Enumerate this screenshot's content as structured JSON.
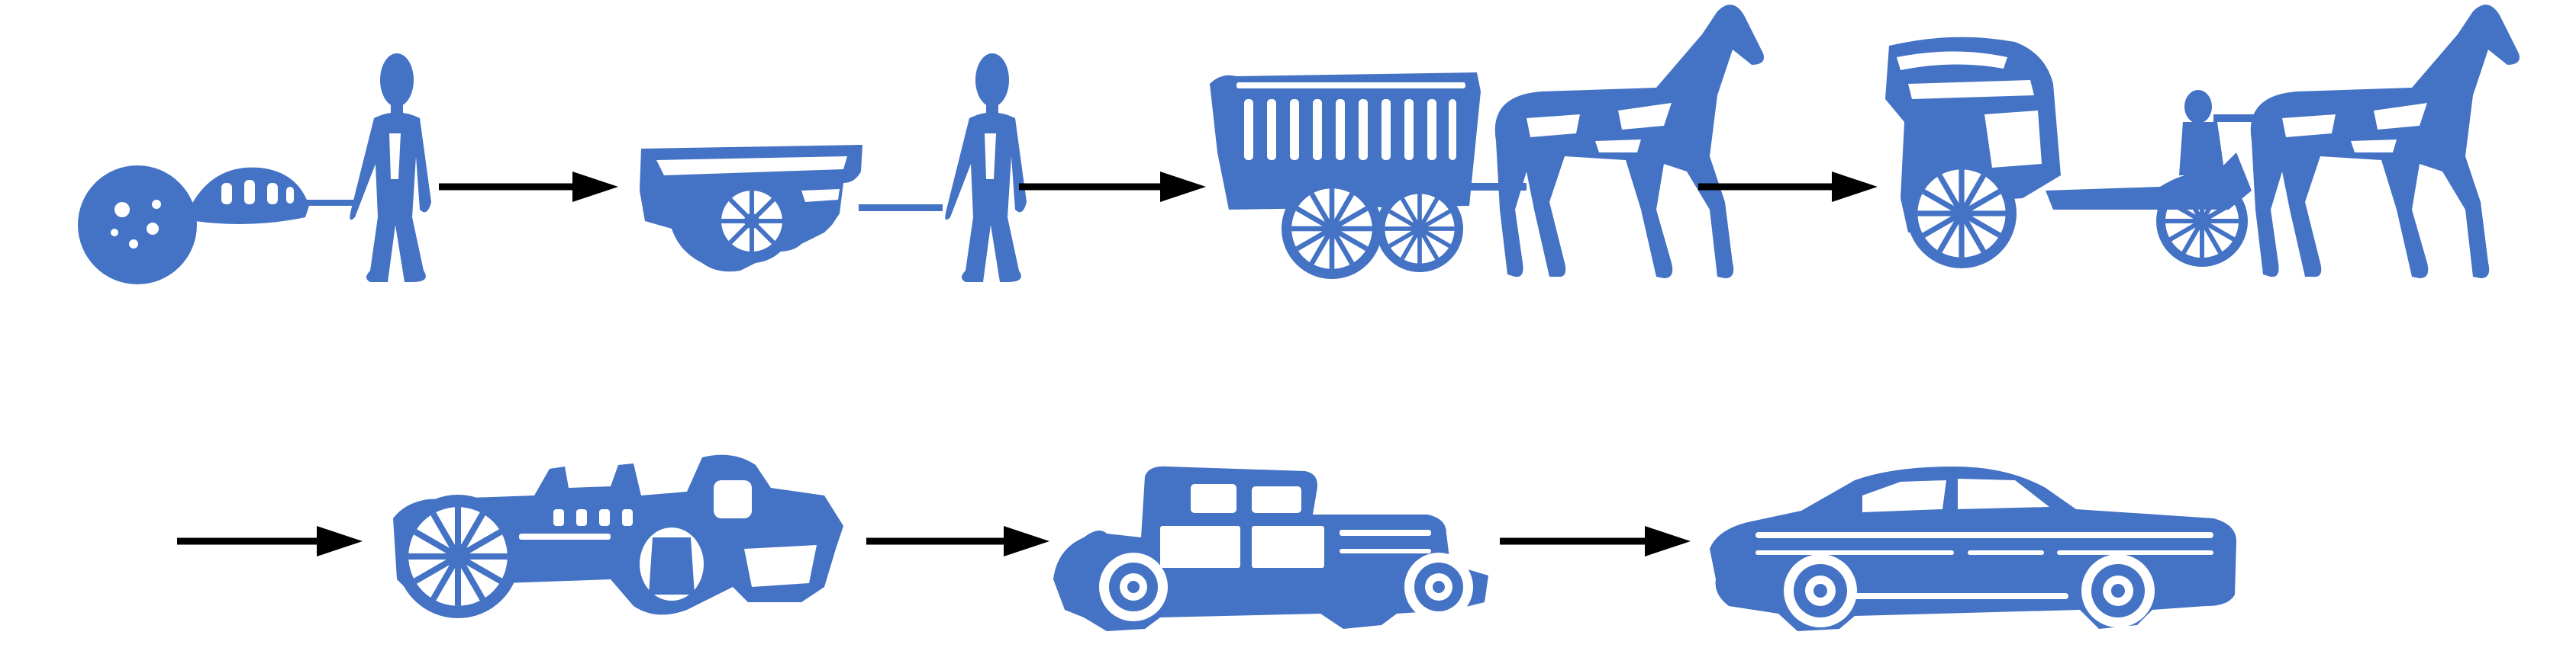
{
  "diagram": {
    "style": {
      "figure_color": "#4472c4",
      "arrow_color": "#000000",
      "background": "#ffffff"
    },
    "rows": [
      {
        "stages": [
          {
            "id": "stone-wheel-with-person",
            "icon": "rolling-stone-wheel-icon"
          },
          {
            "id": "handcart-with-person",
            "icon": "handcart-icon"
          },
          {
            "id": "horse-drawn-wagon",
            "icon": "horse-wagon-icon"
          },
          {
            "id": "horse-drawn-carriage",
            "icon": "horse-carriage-icon"
          }
        ]
      },
      {
        "stages": [
          {
            "id": "early-steam-automobile",
            "icon": "steam-car-icon"
          },
          {
            "id": "vintage-car",
            "icon": "vintage-car-icon"
          },
          {
            "id": "modern-car",
            "icon": "modern-car-icon"
          }
        ]
      }
    ],
    "arrows": [
      {
        "from": "stone-wheel-with-person",
        "to": "handcart-with-person"
      },
      {
        "from": "handcart-with-person",
        "to": "horse-drawn-wagon"
      },
      {
        "from": "horse-drawn-wagon",
        "to": "horse-drawn-carriage"
      },
      {
        "from": "horse-drawn-carriage",
        "to": "early-steam-automobile"
      },
      {
        "from": "early-steam-automobile",
        "to": "vintage-car"
      },
      {
        "from": "vintage-car",
        "to": "modern-car"
      }
    ]
  }
}
